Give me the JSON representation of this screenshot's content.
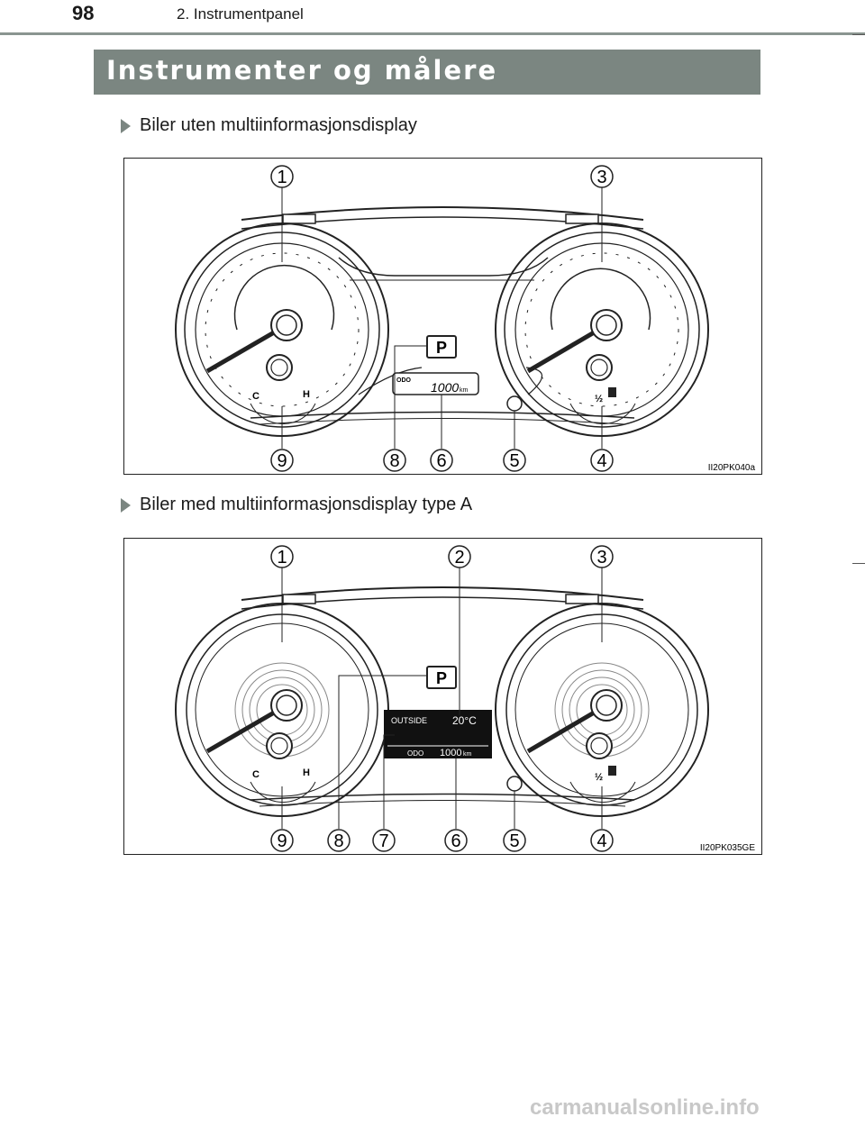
{
  "header": {
    "page_number": "98",
    "chapter": "2. Instrumentpanel"
  },
  "title": "Instrumenter og målere",
  "sections": [
    {
      "heading": "Biler uten multiinformasjonsdisplay",
      "image_code": "II20PK040a",
      "display": {
        "odo_label": "ODO",
        "odo_value": "1000",
        "unit": "km",
        "gear": "P"
      },
      "callouts": {
        "top": [
          "1",
          "3"
        ],
        "bottom": [
          "9",
          "8",
          "6",
          "5",
          "4"
        ]
      }
    },
    {
      "heading": "Biler med multiinformasjonsdisplay type A",
      "image_code": "II20PK035GE",
      "display": {
        "outside_label": "OUTSIDE",
        "outside_value": "20°C",
        "odo_label": "ODO",
        "odo_value": "1000",
        "unit": "km",
        "gear": "P"
      },
      "callouts": {
        "top": [
          "1",
          "2",
          "3"
        ],
        "bottom": [
          "9",
          "8",
          "7",
          "6",
          "5",
          "4"
        ]
      }
    }
  ],
  "gauge_labels": {
    "cold": "C",
    "hot": "H",
    "half": "½"
  },
  "footer": "carmanualsonline.info"
}
